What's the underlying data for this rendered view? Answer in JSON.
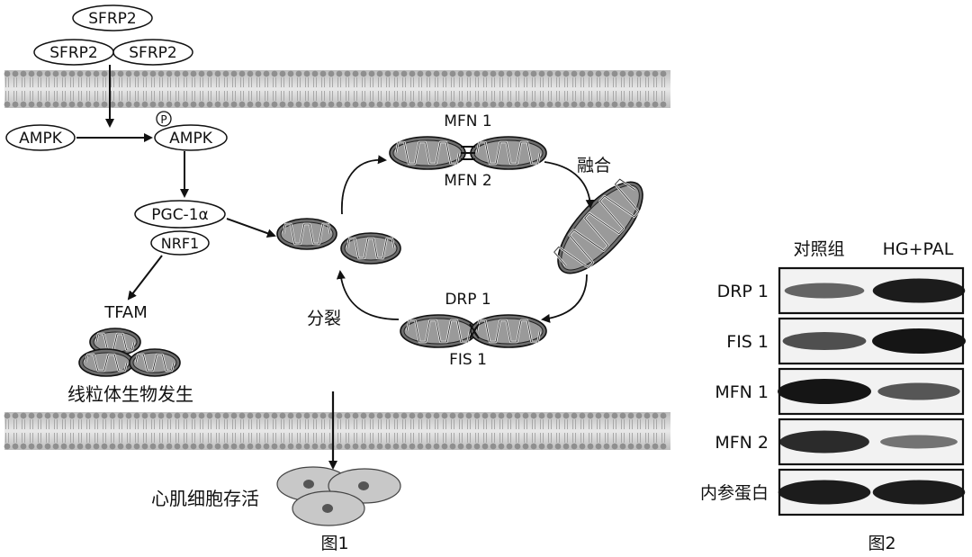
{
  "figure1": {
    "caption": "图1",
    "sfrp2_labels": [
      "SFRP2",
      "SFRP2",
      "SFRP2"
    ],
    "ampk_label": "AMPK",
    "p_ampk_label": "AMPK",
    "phospho_label": "P",
    "pgc_label": "PGC-1α",
    "nrf_label": "NRF1",
    "tfam_label": "TFAM",
    "biogenesis_label": "线粒体生物发生",
    "mfn1_label": "MFN 1",
    "mfn2_label": "MFN 2",
    "fusion_label": "融合",
    "drp1_label": "DRP 1",
    "fis1_label": "FIS 1",
    "fission_label": "分裂",
    "survival_label": "心肌细胞存活"
  },
  "figure2": {
    "caption": "图2",
    "columns": [
      "对照组",
      "HG+PAL"
    ],
    "rows": [
      {
        "label": "DRP 1"
      },
      {
        "label": "FIS 1"
      },
      {
        "label": "MFN 1"
      },
      {
        "label": "MFN 2"
      },
      {
        "label": "内参蛋白"
      }
    ],
    "band_intensity": [
      [
        0.45,
        0.95
      ],
      [
        0.6,
        1.0
      ],
      [
        1.0,
        0.55
      ],
      [
        0.85,
        0.35
      ],
      [
        0.95,
        0.95
      ]
    ]
  },
  "colors": {
    "membrane": "#9a9a9a",
    "mito_fill": "#7a7a7a",
    "cell_fill": "#c8c8c8",
    "blot_bg": "#f2f2f2",
    "band": "#151515"
  }
}
